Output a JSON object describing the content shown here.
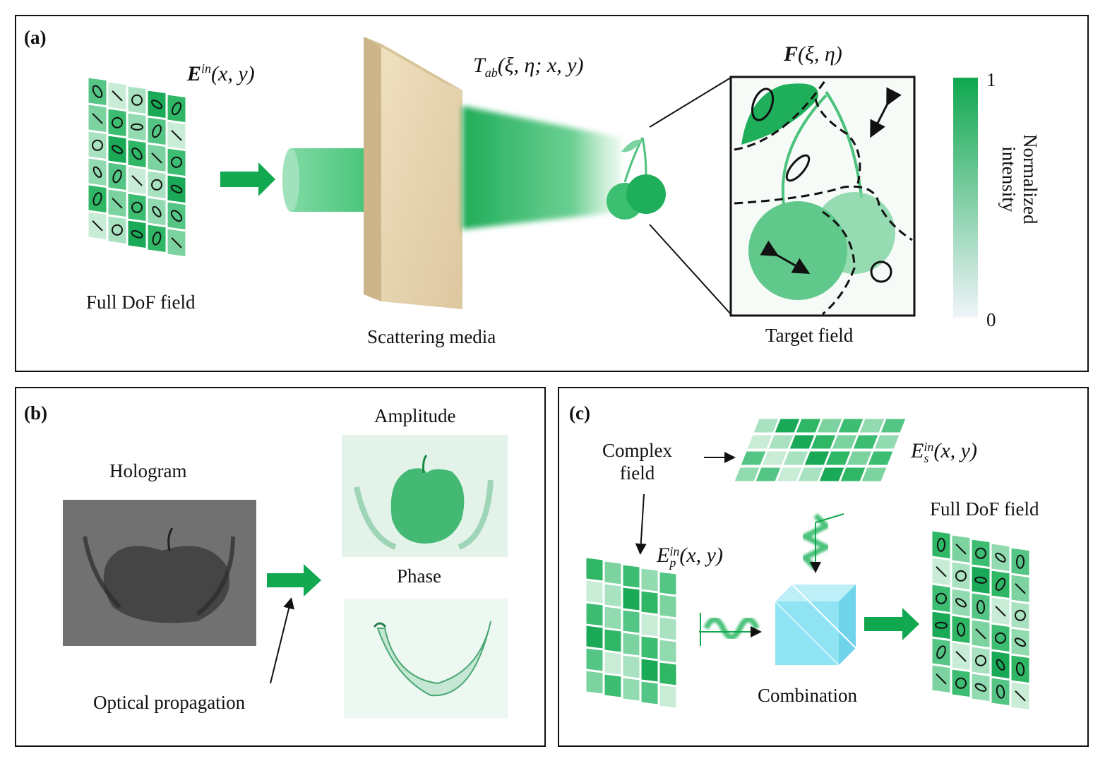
{
  "panel_a": {
    "tag": "(a)",
    "input_field_symbol": "E",
    "input_field_superscript": "in",
    "input_field_args": "(x, y)",
    "input_caption": "Full DoF field",
    "medium_symbol": "T",
    "medium_subscript": "ab",
    "medium_args": "(ξ, η; x, y)",
    "medium_caption": "Scattering media",
    "target_symbol": "F",
    "target_args": "(ξ, η)",
    "target_caption": "Target field",
    "colorbar": {
      "max_label": "1",
      "min_label": "0",
      "title_line1": "Normalized",
      "title_line2": "intensity",
      "color_high": "#0fa84e",
      "color_low": "#f0f4fa"
    }
  },
  "panel_b": {
    "tag": "(b)",
    "hologram_label": "Hologram",
    "amplitude_label": "Amplitude",
    "phase_label": "Phase",
    "propagation_label": "Optical propagation"
  },
  "panel_c": {
    "tag": "(c)",
    "complex_label_line1": "Complex",
    "complex_label_line2": "field",
    "s_symbol": "E",
    "s_superscript": "in",
    "s_subscript": "s",
    "s_args": "(x, y)",
    "p_symbol": "E",
    "p_superscript": "in",
    "p_subscript": "p",
    "p_args": "(x, y)",
    "combination_label": "Combination",
    "output_label": "Full DoF field"
  },
  "colors": {
    "accent_green": "#12a84f",
    "cube_blue": "#8fe3f3",
    "board_wood": "#e8d6b3"
  }
}
